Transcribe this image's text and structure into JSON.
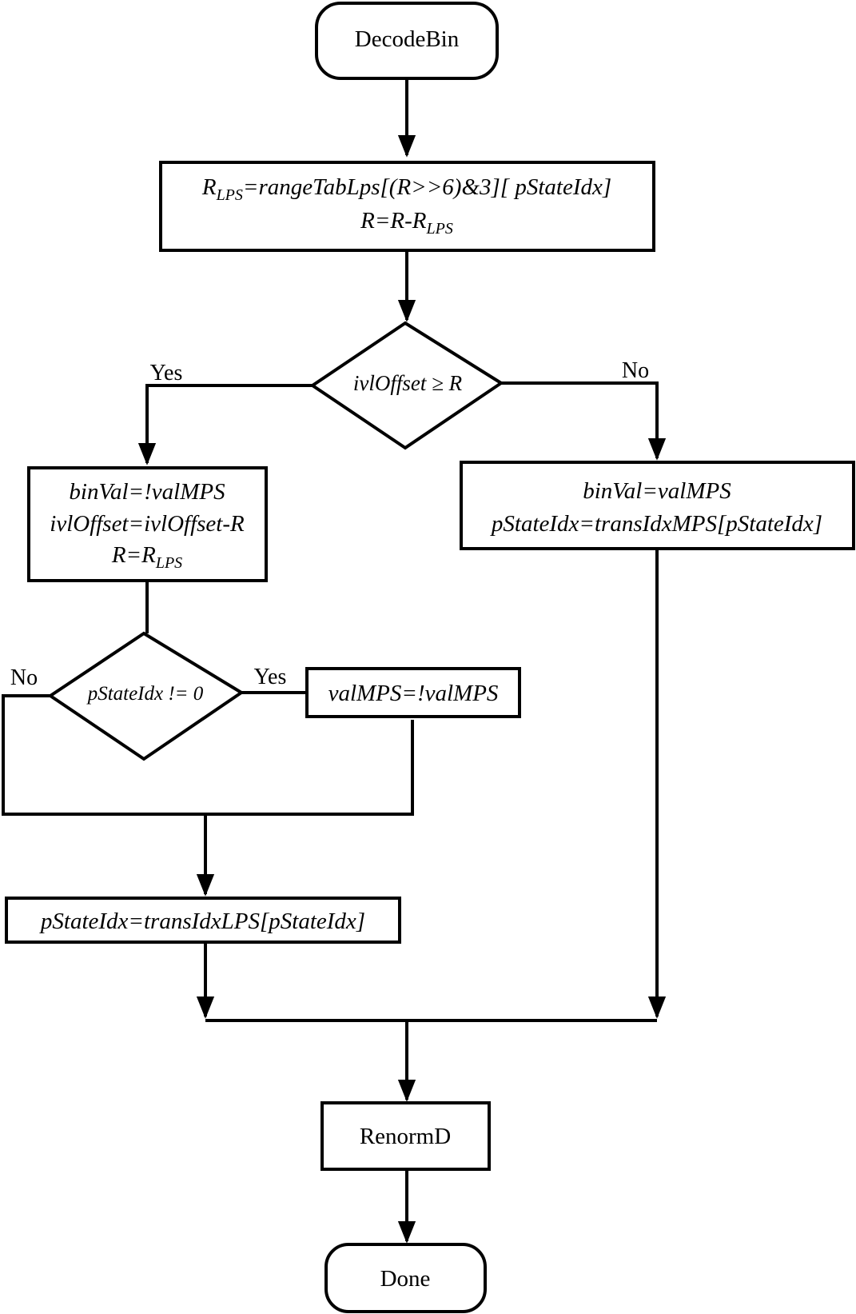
{
  "nodes": {
    "start": {
      "label": "DecodeBin"
    },
    "compute_range": {
      "line1_main": "R",
      "line1_sub": "LPS",
      "line1_rest": "=rangeTabLps[(R>>6)&3][ pStateIdx]",
      "line2_main": "R=R-R",
      "line2_sub": "LPS"
    },
    "decision_offset": {
      "label": "ivlOffset ≥ R"
    },
    "lps_branch": {
      "line1": "binVal=!valMPS",
      "line2": "ivlOffset=ivlOffset-R",
      "line3_main": "R=R",
      "line3_sub": "LPS"
    },
    "mps_branch": {
      "line1": "binVal=valMPS",
      "line2": "pStateIdx=transIdxMPS[pStateIdx]"
    },
    "decision_state": {
      "label": "pStateIdx != 0"
    },
    "swap_mps": {
      "label": "valMPS=!valMPS"
    },
    "lps_transition": {
      "label": "pStateIdx=transIdxLPS[pStateIdx]"
    },
    "renorm": {
      "label": "RenormD"
    },
    "end": {
      "label": "Done"
    }
  },
  "edge_labels": {
    "offset_yes": "Yes",
    "offset_no": "No",
    "state_no": "No",
    "state_yes": "Yes"
  }
}
